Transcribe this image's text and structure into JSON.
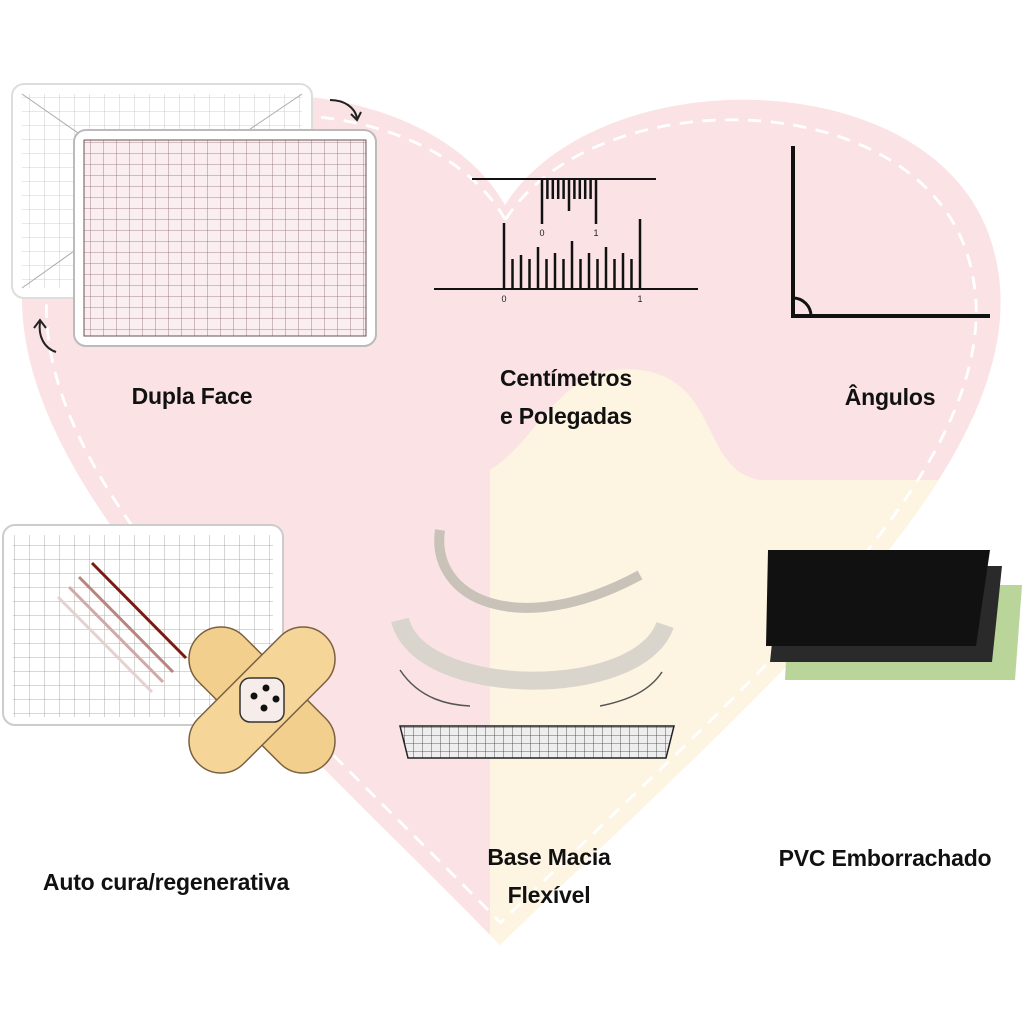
{
  "features": [
    {
      "id": "dupla-face",
      "lines": [
        "Dupla Face"
      ]
    },
    {
      "id": "centimetros",
      "lines": [
        "Centímetros",
        "e Polegadas"
      ]
    },
    {
      "id": "angulos",
      "lines": [
        "Ângulos"
      ]
    },
    {
      "id": "auto-cura",
      "lines": [
        "Auto cura/regenerativa"
      ]
    },
    {
      "id": "base-macia",
      "lines": [
        "Base Macia",
        "Flexível"
      ]
    },
    {
      "id": "pvc",
      "lines": [
        "PVC Emborrachado"
      ]
    }
  ],
  "ruler": {
    "inch_labels": [
      "0",
      "1"
    ],
    "cm_labels": [
      "0",
      "1"
    ]
  },
  "colors": {
    "heart_pink": "#f9dfe2",
    "heart_yellow": "#fdf5e2",
    "bandage": "#f3cf8e",
    "cut_red": "#7a1a10",
    "pvc_black": "#111111",
    "pvc_green": "#b9d59a"
  }
}
